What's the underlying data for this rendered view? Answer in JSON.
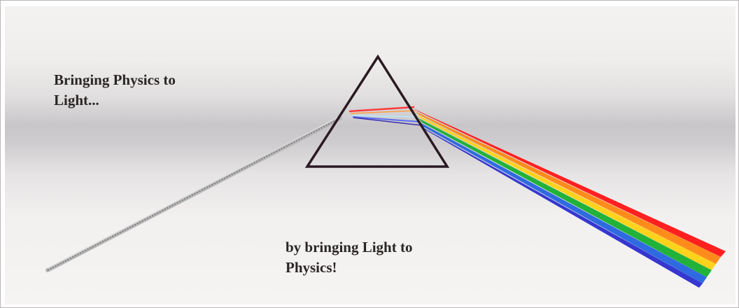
{
  "caption_top": {
    "line1": "Bringing Physics to",
    "line2": "Light..."
  },
  "caption_bottom": {
    "line1": "by bringing Light to",
    "line2": "Physics!"
  },
  "colors": {
    "prism_outline": "#2a1a22",
    "incident_beam": "#8a8a8a",
    "spectrum": [
      "#ff1f1f",
      "#ff8a1e",
      "#ffd21e",
      "#27b43b",
      "#2f67e0",
      "#3a3ad8"
    ]
  }
}
